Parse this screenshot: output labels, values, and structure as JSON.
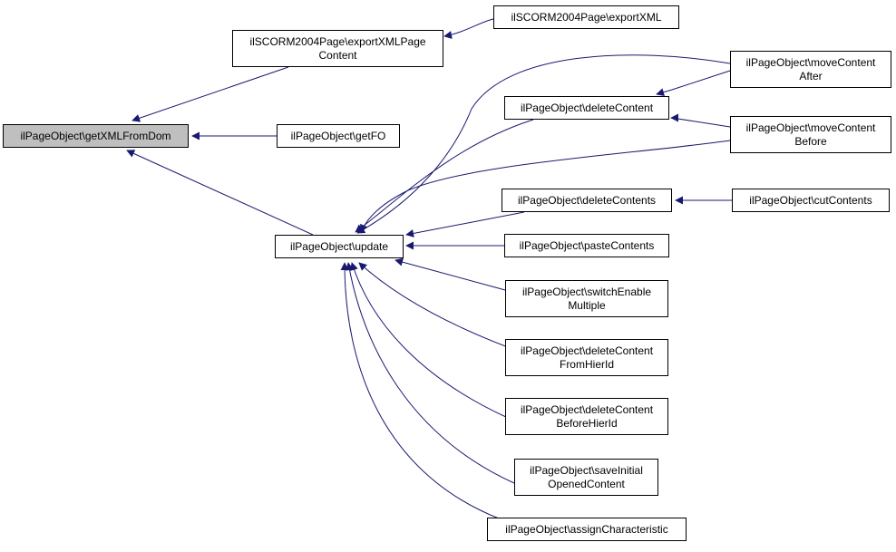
{
  "colors": {
    "edge": "#191970",
    "node_border": "#000000",
    "focus_fill": "#bfbfbf"
  },
  "nodes": {
    "getxmlfromdom": {
      "lines": [
        "ilPageObject\\getXMLFromDom"
      ]
    },
    "exportxmlpagecontent": {
      "lines": [
        "ilSCORM2004Page\\exportXMLPage",
        "Content"
      ]
    },
    "exportxml": {
      "lines": [
        "ilSCORM2004Page\\exportXML"
      ]
    },
    "getfo": {
      "lines": [
        "ilPageObject\\getFO"
      ]
    },
    "update": {
      "lines": [
        "ilPageObject\\update"
      ]
    },
    "deletecontent": {
      "lines": [
        "ilPageObject\\deleteContent"
      ]
    },
    "movecontentafter": {
      "lines": [
        "ilPageObject\\moveContent",
        "After"
      ]
    },
    "movecontentbefore": {
      "lines": [
        "ilPageObject\\moveContent",
        "Before"
      ]
    },
    "deletecontents": {
      "lines": [
        "ilPageObject\\deleteContents"
      ]
    },
    "cutcontents": {
      "lines": [
        "ilPageObject\\cutContents"
      ]
    },
    "pastecontents": {
      "lines": [
        "ilPageObject\\pasteContents"
      ]
    },
    "switchenablemultiple": {
      "lines": [
        "ilPageObject\\switchEnable",
        "Multiple"
      ]
    },
    "deletecontentfromhierid": {
      "lines": [
        "ilPageObject\\deleteContent",
        "FromHierId"
      ]
    },
    "deletecontentbeforehierid": {
      "lines": [
        "ilPageObject\\deleteContent",
        "BeforeHierId"
      ]
    },
    "saveinitialopenedcontent": {
      "lines": [
        "ilPageObject\\saveInitial",
        "OpenedContent"
      ]
    },
    "assigncharacteristic": {
      "lines": [
        "ilPageObject\\assignCharacteristic"
      ]
    }
  },
  "edges": [
    [
      "exportxmlpagecontent",
      "getxmlfromdom"
    ],
    [
      "getfo",
      "getxmlfromdom"
    ],
    [
      "update",
      "getxmlfromdom"
    ],
    [
      "exportxml",
      "exportxmlpagecontent"
    ],
    [
      "deletecontent",
      "update"
    ],
    [
      "movecontentafter",
      "update"
    ],
    [
      "movecontentbefore",
      "update"
    ],
    [
      "deletecontents",
      "update"
    ],
    [
      "pastecontents",
      "update"
    ],
    [
      "switchenablemultiple",
      "update"
    ],
    [
      "deletecontentfromhierid",
      "update"
    ],
    [
      "deletecontentbeforehierid",
      "update"
    ],
    [
      "saveinitialopenedcontent",
      "update"
    ],
    [
      "assigncharacteristic",
      "update"
    ],
    [
      "movecontentafter",
      "deletecontent"
    ],
    [
      "movecontentbefore",
      "deletecontent"
    ],
    [
      "cutcontents",
      "deletecontents"
    ]
  ]
}
